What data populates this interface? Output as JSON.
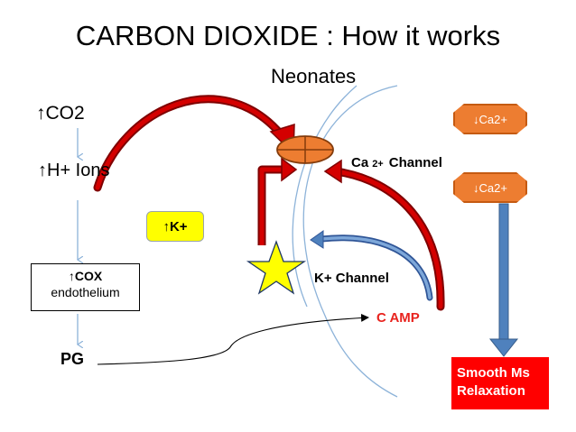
{
  "title": "CARBON DIOXIDE : How it works",
  "subtitle": "Neonates",
  "labels": {
    "co2": "↑CO2",
    "h_ions": "↑H+ Ions",
    "k_plus": "↑K+",
    "cox_line1": "↑COX",
    "cox_line2": "endothelium",
    "pg": "PG",
    "ca_channel_prefix": "Ca",
    "ca_channel_sup": "2+",
    "ca_channel_suffix": "Channel",
    "k_channel": "K+ Channel",
    "camp": "C AMP",
    "ca_decrease_1": "↓Ca2+",
    "ca_decrease_2": "↓Ca2+",
    "smooth_line1": "Smooth Ms",
    "smooth_line2": "Relaxation"
  },
  "colors": {
    "red_arrow": "#c00000",
    "orange": "#ed7d31",
    "blue_arrow": "#4f81bd",
    "star": "#ffff00",
    "camp_text": "#e8231e",
    "smooth_box": "#ff0000",
    "thin_arrow": "#8db3d9"
  }
}
